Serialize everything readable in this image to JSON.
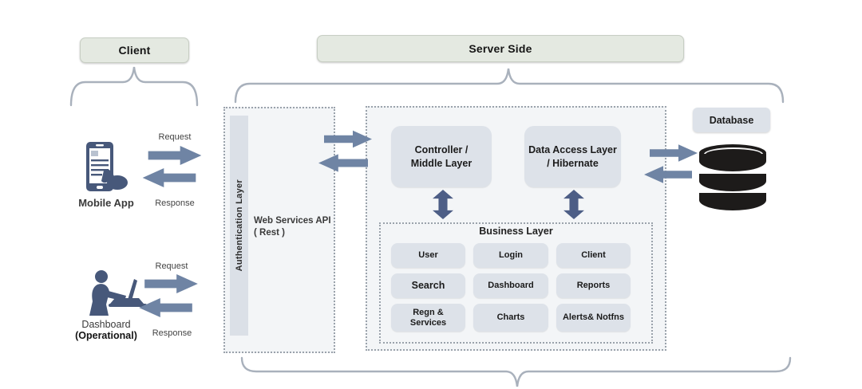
{
  "colors": {
    "header-bg": "#e4e9e1",
    "header-border": "#c7cec3",
    "panel-bg": "#f3f5f7",
    "panel-border": "#9aa2ab",
    "box-bg": "#dde2e9",
    "arrow": "#6f84a4",
    "arrow-dark": "#4d5e86",
    "icon": "#47587a",
    "db": "#1d1b1a",
    "brace": "#a9b1bc",
    "text": "#1f1f1f"
  },
  "client": {
    "header": "Client",
    "mobile_label": "Mobile App",
    "dashboard_label": "Dashboard",
    "dashboard_sublabel": "(Operational)",
    "request": "Request",
    "response": "Response"
  },
  "server": {
    "header": "Server Side",
    "auth_layer": "Authentication Layer",
    "web_services": "Web Services API\n( Rest )",
    "controller": "Controller /\nMiddle Layer",
    "data_access": "Data Access Layer\n/ Hibernate",
    "database": "Database",
    "business": {
      "title": "Business Layer",
      "items": [
        {
          "label": "User"
        },
        {
          "label": "Login"
        },
        {
          "label": "Client"
        },
        {
          "label": "Search"
        },
        {
          "label": "Dashboard"
        },
        {
          "label": "Reports"
        },
        {
          "label": "Regn &\nServices"
        },
        {
          "label": "Charts"
        },
        {
          "label": "Alerts& Notfns"
        }
      ]
    }
  }
}
